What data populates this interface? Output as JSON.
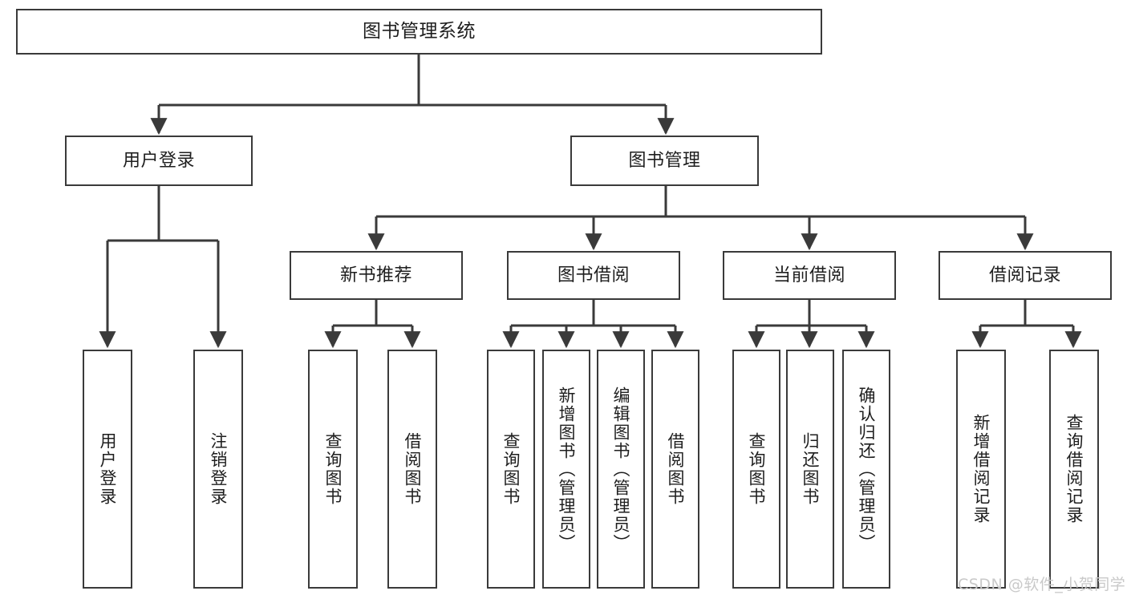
{
  "diagram": {
    "type": "tree-hierarchy",
    "title": "图书管理系统",
    "watermark": "CSDN @软件_小贺同学",
    "colors": {
      "box_border": "#3a3a3a",
      "box_fill": "#ffffff",
      "connector": "#3a3a3a",
      "text": "#1e1e1e",
      "watermark": "#c9c9c9",
      "background": "#ffffff"
    },
    "nodes": {
      "root": {
        "label": "图书管理系统"
      },
      "level2": [
        {
          "label": "用户登录"
        },
        {
          "label": "图书管理"
        }
      ],
      "level3": [
        {
          "label": "新书推荐"
        },
        {
          "label": "图书借阅"
        },
        {
          "label": "当前借阅"
        },
        {
          "label": "借阅记录"
        }
      ],
      "leaves": {
        "user_login": [
          {
            "label": "用户登录"
          },
          {
            "label": "注销登录"
          }
        ],
        "new_book": [
          {
            "label": "查询图书"
          },
          {
            "label": "借阅图书"
          }
        ],
        "book_borrow": [
          {
            "label": "查询图书"
          },
          {
            "label": "新增图书（管理员）"
          },
          {
            "label": "编辑图书（管理员）"
          },
          {
            "label": "借阅图书"
          }
        ],
        "current_borrow": [
          {
            "label": "查询图书"
          },
          {
            "label": "归还图书"
          },
          {
            "label": "确认归还（管理员）"
          }
        ],
        "borrow_record": [
          {
            "label": "新增借阅记录"
          },
          {
            "label": "查询借阅记录"
          }
        ]
      }
    }
  }
}
